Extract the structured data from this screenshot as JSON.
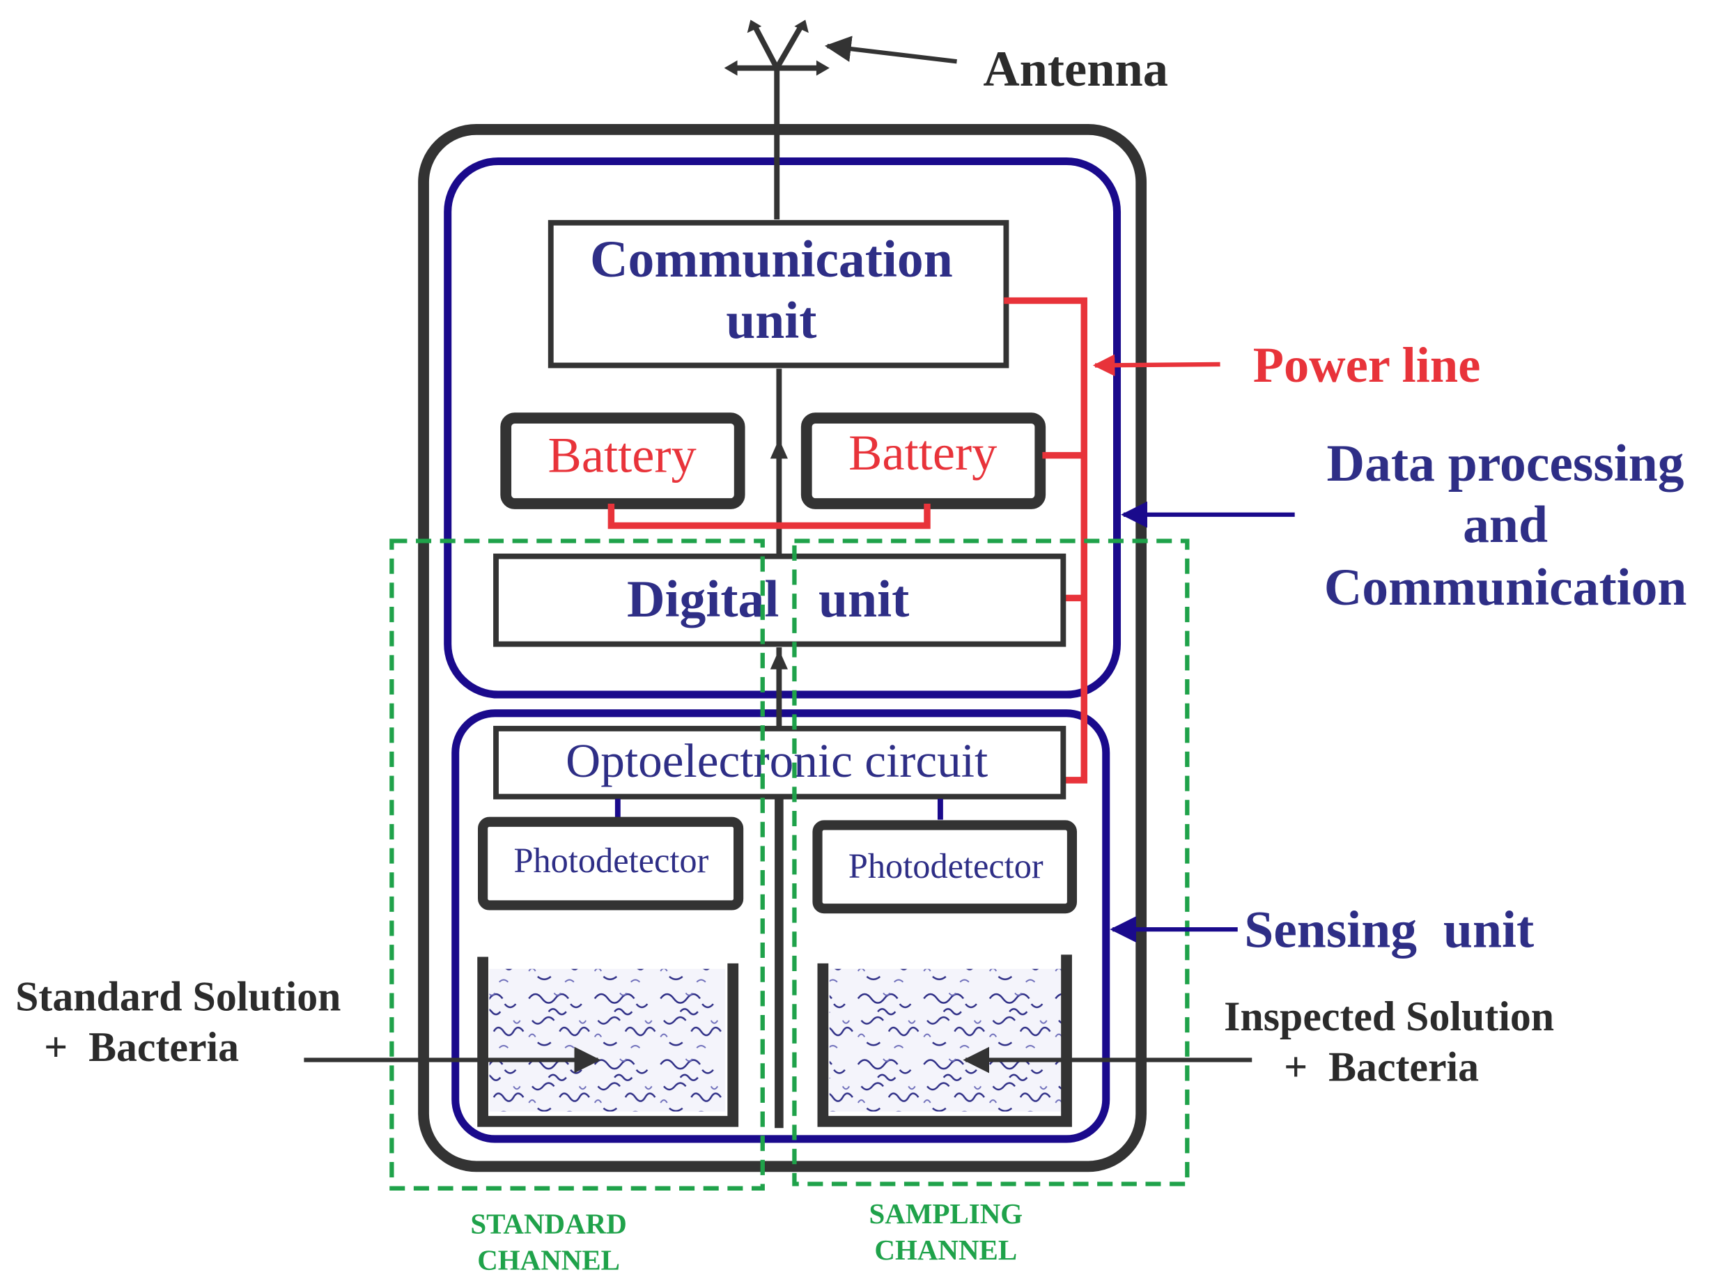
{
  "labels": {
    "antenna": "Antenna",
    "power_line": "Power line",
    "data_processing_line1": "Data processing",
    "data_processing_line2": "and",
    "data_processing_line3": "Communication",
    "sensing_unit": "Sensing  unit",
    "standard_solution_line1": "Standard Solution",
    "standard_solution_line2": "+  Bacteria",
    "inspected_solution_line1": "Inspected Solution",
    "inspected_solution_line2": "+  Bacteria",
    "standard_channel_line1": "STANDARD",
    "standard_channel_line2": "CHANNEL",
    "sampling_channel_line1": "SAMPLING",
    "sampling_channel_line2": "CHANNEL"
  },
  "blocks": {
    "communication_line1": "Communication",
    "communication_line2": "unit",
    "battery_left": "Battery",
    "battery_right": "Battery",
    "digital_unit": "Digital   unit",
    "optoelectronic": "Optoelectronic circuit",
    "photodetector_left": "Photodetector",
    "photodetector_right": "Photodetector"
  },
  "colors": {
    "outline": "#333333",
    "blue_boundary": "#1a0a8c",
    "block_text": "#2e2e86",
    "power": "#e8333a",
    "channel": "#1fa24a",
    "label_dark": "#2b2b2b"
  }
}
